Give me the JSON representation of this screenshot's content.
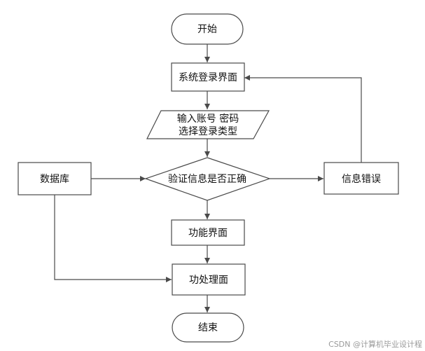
{
  "flowchart": {
    "start": "开始",
    "login_page": "系统登录界面",
    "input_line1": "输入账号 密码",
    "input_line2": "选择登录类型",
    "database": "数据库",
    "verify": "验证信息是否正确",
    "error": "信息错误",
    "function_page": "功能界面",
    "process_page": "功处理面",
    "end": "结束"
  },
  "watermark": "CSDN @计算机毕业设计程"
}
